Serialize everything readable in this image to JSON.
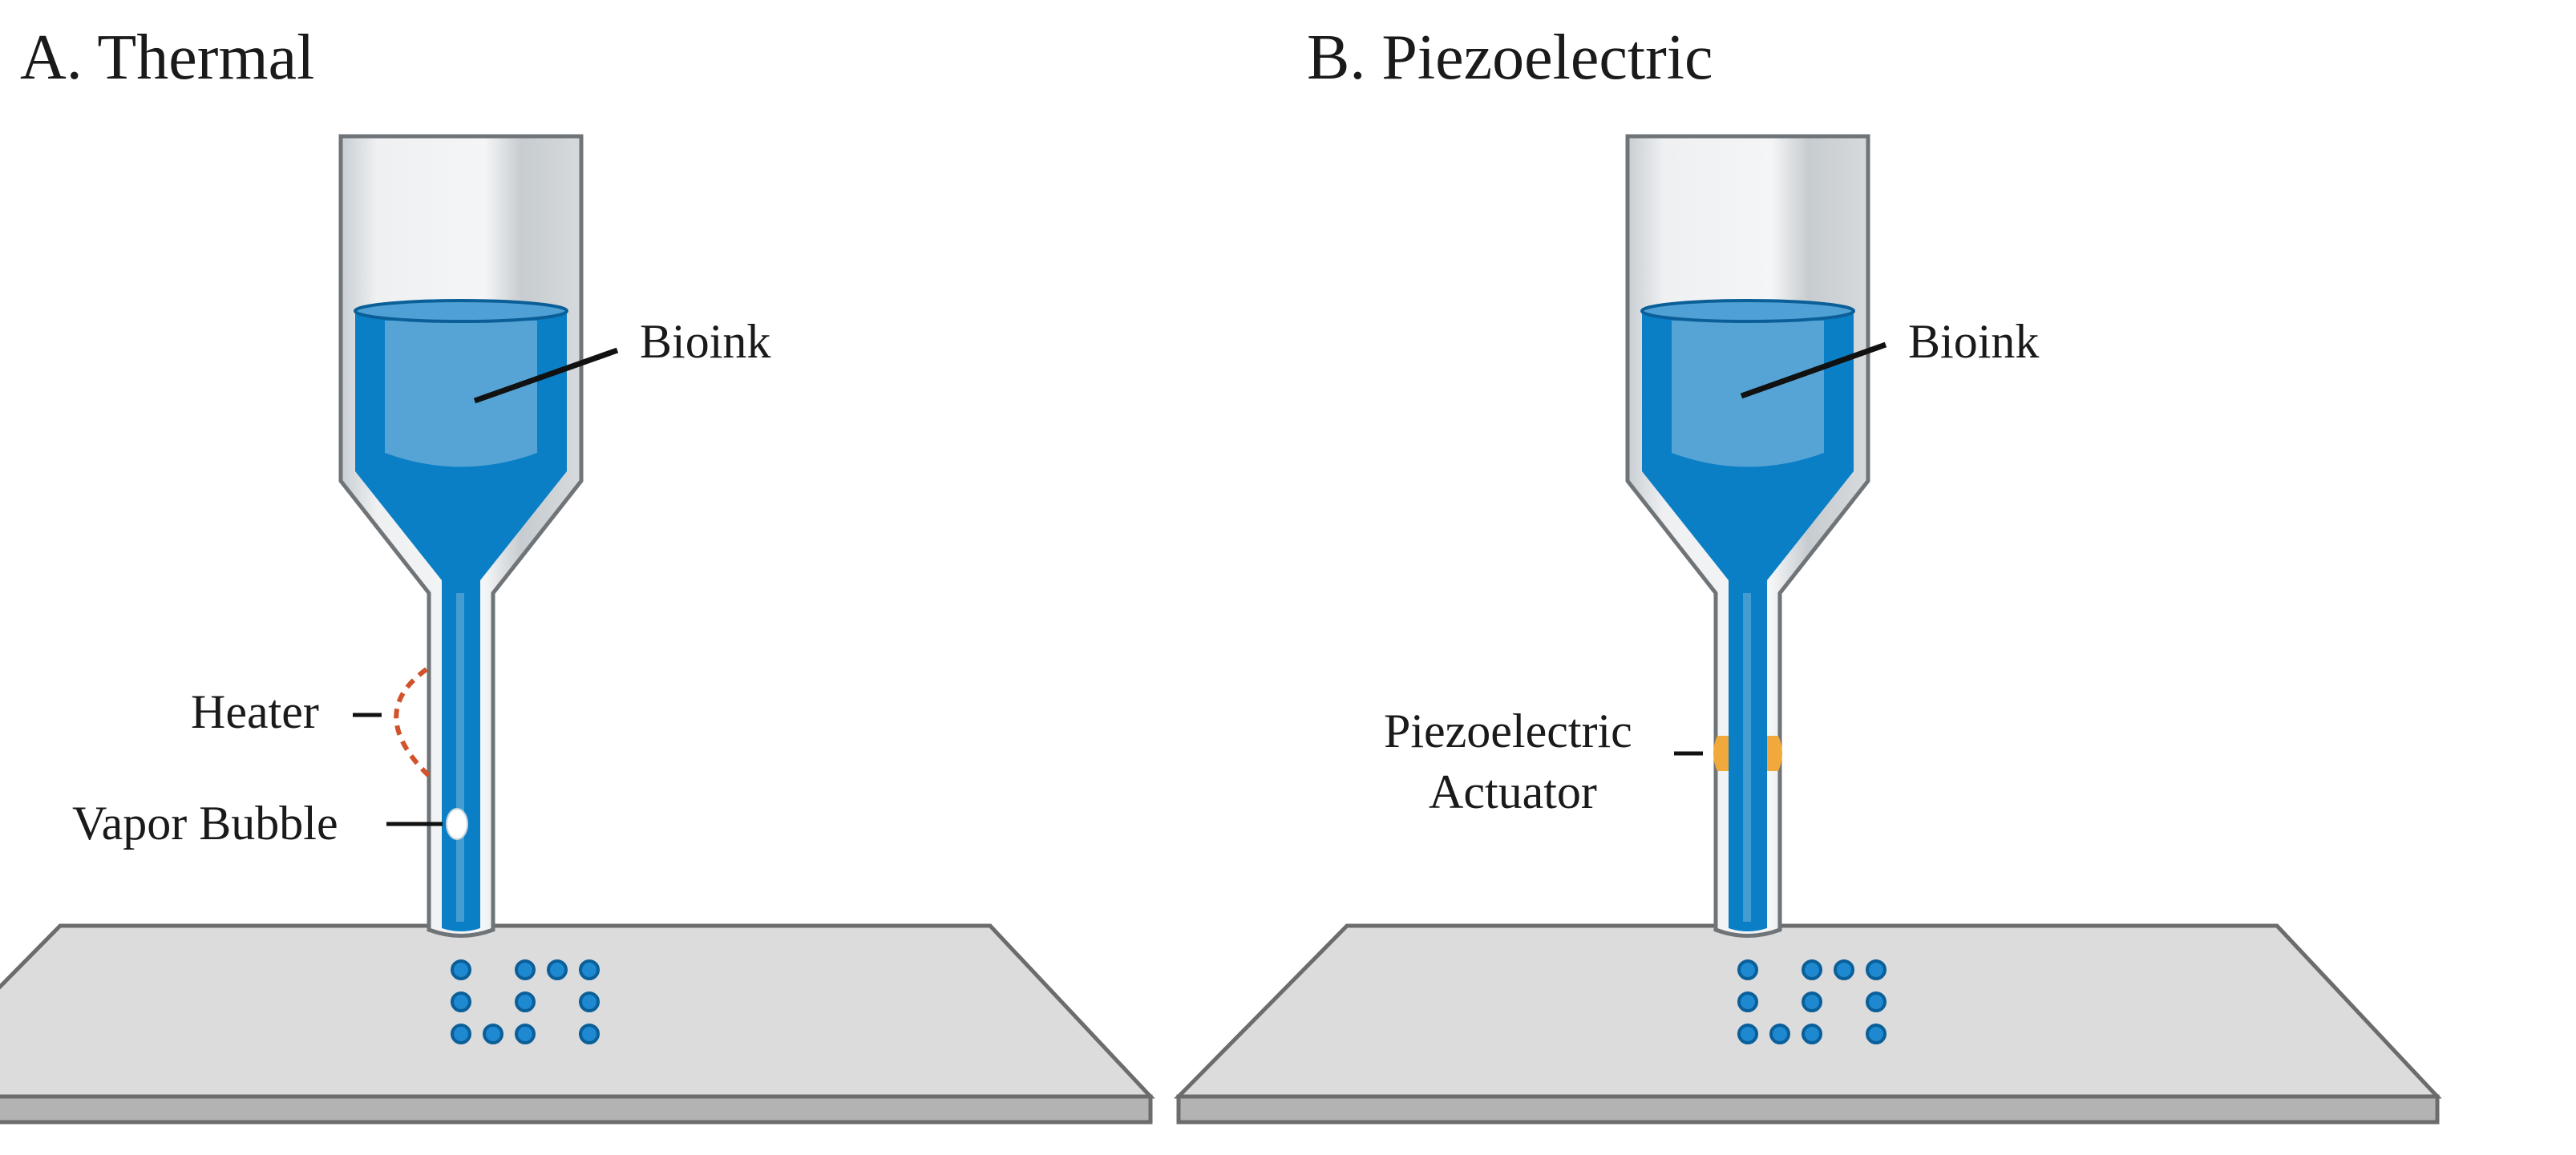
{
  "panels": [
    {
      "id": "thermal",
      "title": "A. Thermal",
      "labels": {
        "bioink": "Bioink",
        "heater": "Heater",
        "vapor_bubble": "Vapor Bubble"
      }
    },
    {
      "id": "piezoelectric",
      "title": "B. Piezoelectric",
      "labels": {
        "bioink": "Bioink",
        "actuator_line1": "Piezoelectric",
        "actuator_line2": "Actuator"
      }
    }
  ],
  "colors": {
    "bioink_dark": "#0a7fc6",
    "bioink_light": "#5ea8d6",
    "nozzle_glass": "#dfe3e6",
    "nozzle_outline": "#6f7478",
    "platform_top": "#dcdcdc",
    "platform_edge": "#b3b3b3",
    "heater": "#d2522b",
    "actuator": "#f2a93b",
    "droplet": "#1e88d0"
  }
}
